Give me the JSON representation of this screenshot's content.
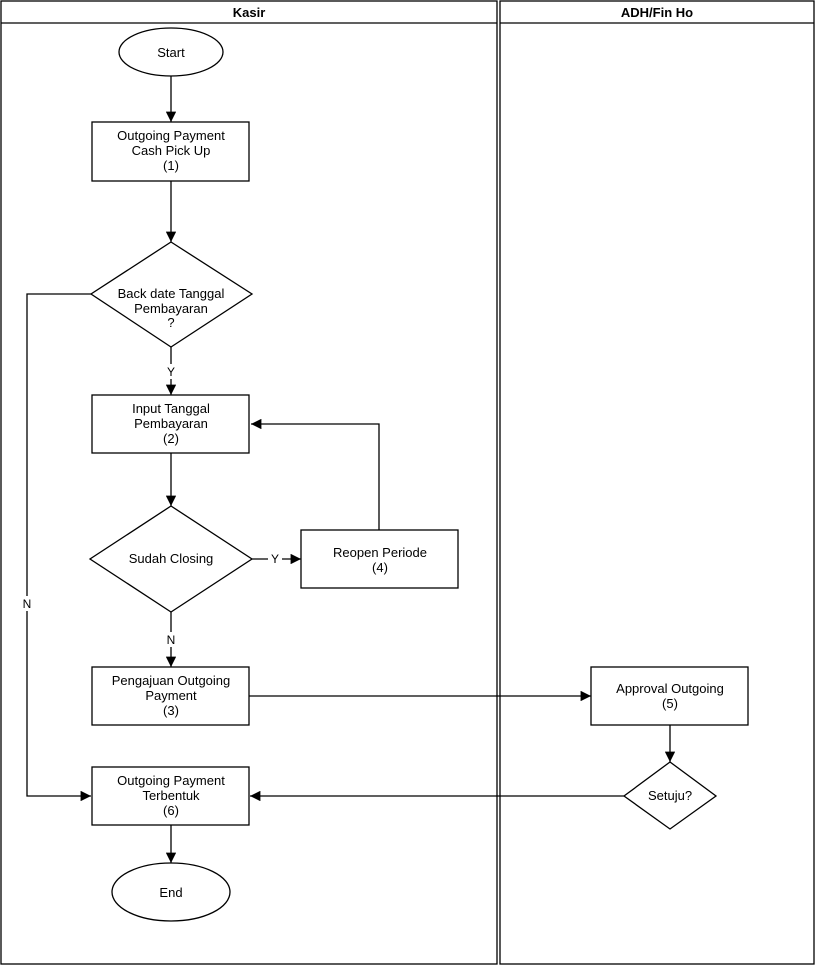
{
  "lanes": [
    {
      "name": "Kasir"
    },
    {
      "name": "ADH/Fin Ho"
    }
  ],
  "nodes": {
    "start": {
      "lines": [
        "Start"
      ]
    },
    "p1": {
      "lines": [
        "Outgoing Payment",
        "Cash Pick Up",
        "(1)"
      ]
    },
    "d_backdate": {
      "lines": [
        "Back date Tanggal",
        "Pembayaran",
        "?"
      ]
    },
    "p2": {
      "lines": [
        "Input Tanggal",
        "Pembayaran",
        "(2)"
      ]
    },
    "d_closing": {
      "lines": [
        "Sudah Closing"
      ]
    },
    "p4": {
      "lines": [
        "Reopen Periode",
        "(4)"
      ]
    },
    "p3": {
      "lines": [
        "Pengajuan Outgoing",
        "Payment",
        "(3)"
      ]
    },
    "p5": {
      "lines": [
        "Approval Outgoing",
        "(5)"
      ]
    },
    "d_setuju": {
      "lines": [
        "Setuju?"
      ]
    },
    "p6": {
      "lines": [
        "Outgoing Payment",
        "Terbentuk",
        "(6)"
      ]
    },
    "end": {
      "lines": [
        "End"
      ]
    }
  },
  "edge_labels": {
    "backdate_yes": "Y",
    "backdate_no": "N",
    "closing_yes": "Y",
    "closing_no": "N"
  }
}
